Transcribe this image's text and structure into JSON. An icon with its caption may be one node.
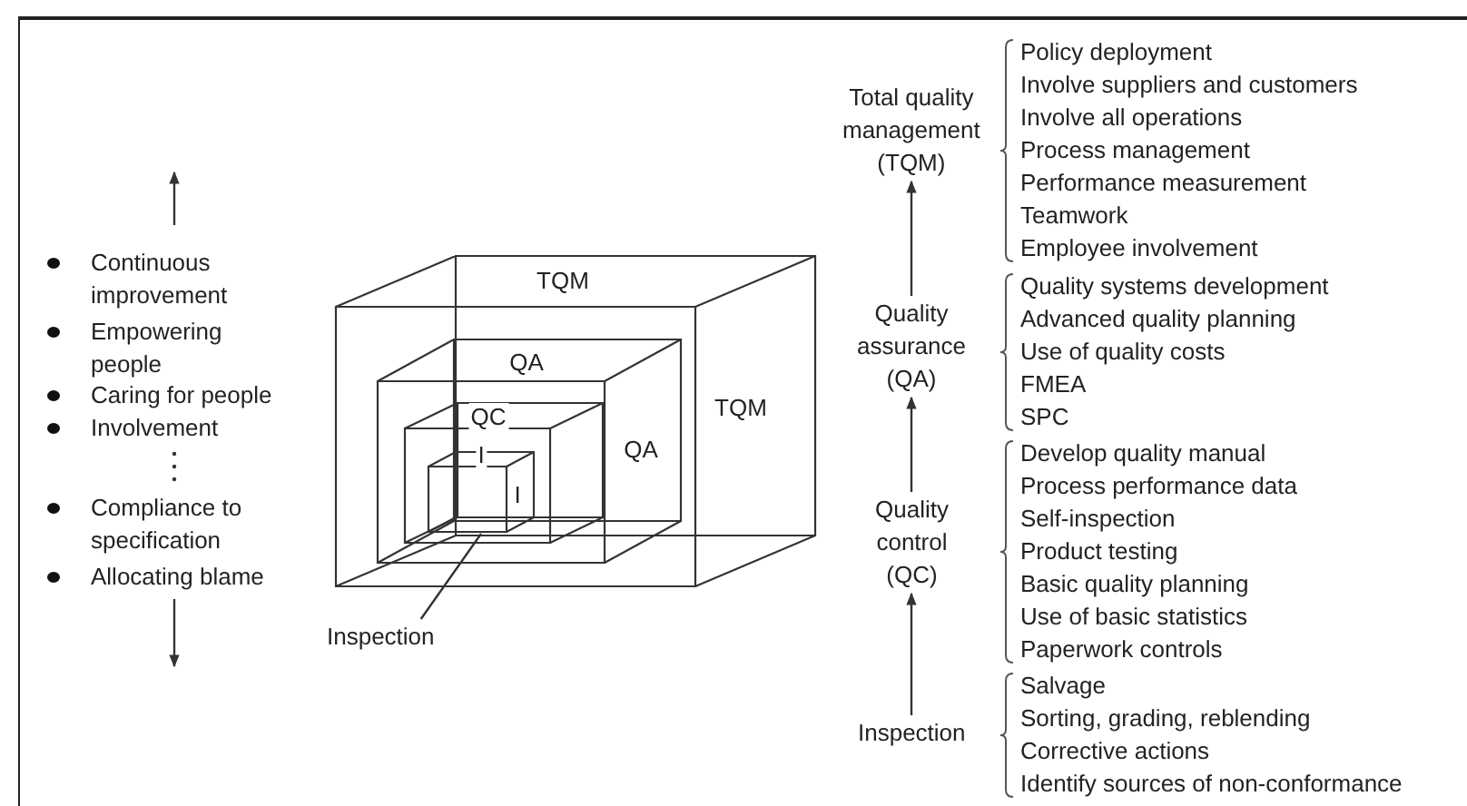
{
  "diagram": {
    "nodes": [
      {
        "text": [
          "TQM",
          "TQM"
        ]
      },
      {
        "text": [
          "QA",
          "QA"
        ],
        "in": 0
      },
      {
        "text": [
          "QC"
        ],
        "in": 1
      },
      {
        "text": [
          "I",
          "I"
        ],
        "in": 2
      },
      {
        "text": [
          "Inspection"
        ]
      },
      {
        "text": [
          "Total quality management (TQM)"
        ],
        "beside": [
          "Policy deployment",
          "Involve suppliers and customers",
          "Involve all operations",
          "Process management",
          "Performance measurement",
          "Teamwork",
          "Employee involvement"
        ]
      },
      {
        "text": [
          "Quality assurance (QA)"
        ],
        "beside": [
          "Quality systems development",
          "Advanced quality planning",
          "Use of quality costs",
          "FMEA",
          "SPC"
        ]
      },
      {
        "text": [
          "Quality control (QC)"
        ],
        "beside": [
          "Develop quality manual",
          "Process performance data",
          "Self-inspection",
          "Product testing",
          "Basic quality planning",
          "Use of basic statistics",
          "Paperwork controls"
        ]
      },
      {
        "text": [
          "Inspection"
        ],
        "beside": [
          "Salvage",
          "Sorting, grading, reblending",
          "Corrective actions",
          "Identify sources of non-conformance"
        ]
      }
    ],
    "edges": [
      {
        "from": 4,
        "to": 3,
        "arrow": "none"
      },
      {
        "from": 8,
        "to": 7,
        "arrow": "to"
      },
      {
        "from": 7,
        "to": 6,
        "arrow": "to"
      },
      {
        "from": 6,
        "to": 5,
        "arrow": "to"
      }
    ],
    "labels": [
      "Continuous improvement",
      "Empowering people",
      "Caring for people",
      "Involvement",
      "Compliance to specification",
      "Allocating blame"
    ]
  }
}
